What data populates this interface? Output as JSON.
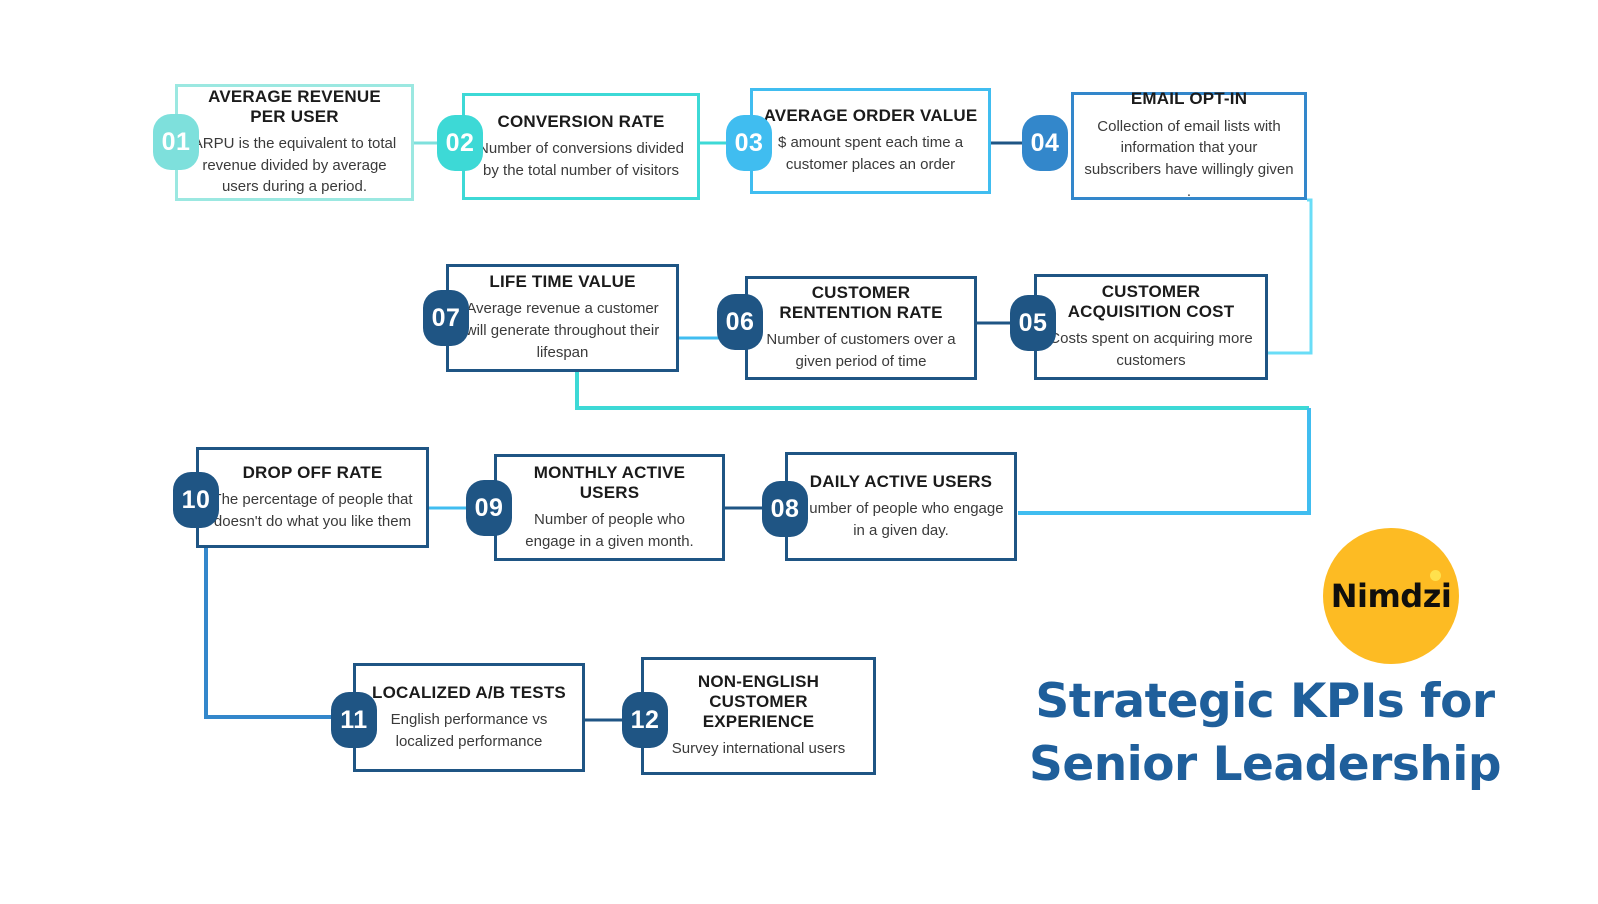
{
  "brand": {
    "logo_text": "Nimdzi",
    "logo_circle_color": "#FDBB23",
    "headline_line1": "Strategic KPIs for",
    "headline_line2": "Senior Leadership",
    "headline_color": "#1f5f9b"
  },
  "palette": {
    "teal_light": "#9BE8E1",
    "teal": "#3DD9D6",
    "cyan": "#40BDF0",
    "blue": "#3387CB",
    "navy": "#1f5584"
  },
  "kpis": [
    {
      "number": "01",
      "title": "AVERAGE REVENUE PER USER",
      "desc": "ARPU is the equivalent to total revenue divided by average users during a period.",
      "border_color": "#9BE8E1",
      "badge_color": "#7EE0DC"
    },
    {
      "number": "02",
      "title": "CONVERSION RATE",
      "desc": "Number of conversions divided by the total number of visitors",
      "border_color": "#3DD9D6",
      "badge_color": "#3DD9D6"
    },
    {
      "number": "03",
      "title": "AVERAGE ORDER VALUE",
      "desc": "$ amount spent each time a customer places an order",
      "border_color": "#40BDF0",
      "badge_color": "#40BDF0"
    },
    {
      "number": "04",
      "title": "EMAIL OPT-IN",
      "desc": "Collection of email lists with information that your subscribers have willingly given .",
      "border_color": "#3387CB",
      "badge_color": "#3387CB"
    },
    {
      "number": "05",
      "title": "CUSTOMER ACQUISITION COST",
      "desc": "Costs spent on acquiring more customers",
      "border_color": "#1f5584",
      "badge_color": "#1f5584"
    },
    {
      "number": "06",
      "title": "CUSTOMER RENTENTION RATE",
      "desc": "Number of customers  over a given period of time",
      "border_color": "#1f5584",
      "badge_color": "#1f5584"
    },
    {
      "number": "07",
      "title": "LIFE TIME VALUE",
      "desc": "Average revenue  a customer will generate throughout their lifespan",
      "border_color": "#1f5584",
      "badge_color": "#1f5584"
    },
    {
      "number": "08",
      "title": "DAILY ACTIVE USERS",
      "desc": "Number of people who engage in a given day.",
      "border_color": "#1f5584",
      "badge_color": "#1f5584"
    },
    {
      "number": "09",
      "title": "MONTHLY ACTIVE USERS",
      "desc": "Number of people who engage in a given month.",
      "border_color": "#1f5584",
      "badge_color": "#1f5584"
    },
    {
      "number": "10",
      "title": "DROP OFF RATE",
      "desc": "The percentage of people that doesn't do what you like them",
      "border_color": "#1f5584",
      "badge_color": "#1f5584"
    },
    {
      "number": "11",
      "title": "LOCALIZED A/B TESTS",
      "desc": "English performance vs localized performance",
      "border_color": "#1f5584",
      "badge_color": "#1f5584"
    },
    {
      "number": "12",
      "title": "NON-ENGLISH CUSTOMER EXPERIENCE",
      "desc": "Survey international users",
      "border_color": "#1f5584",
      "badge_color": "#1f5584"
    }
  ]
}
